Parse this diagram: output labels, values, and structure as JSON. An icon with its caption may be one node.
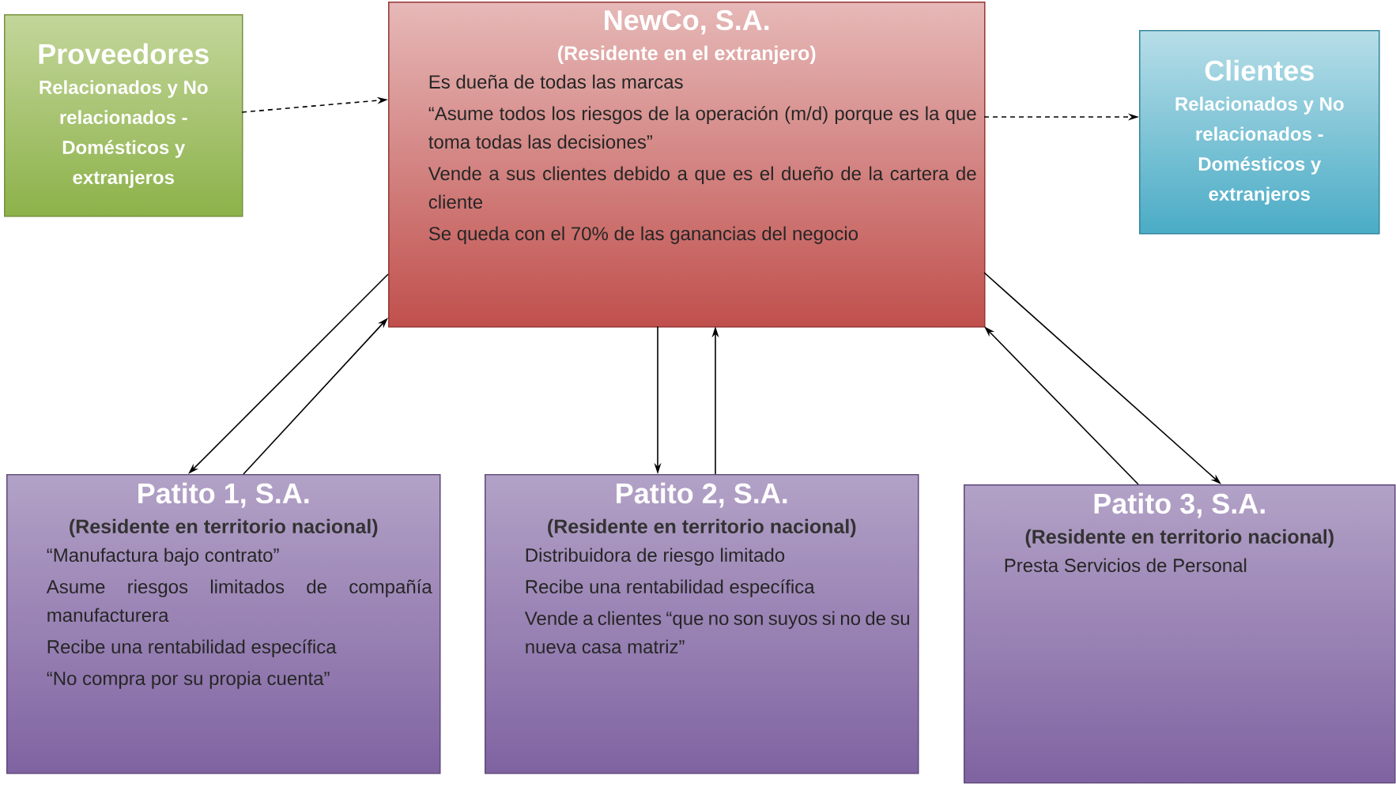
{
  "diagram": {
    "nodes": [
      {
        "text": [
          "Proveedores",
          "Relacionados y No relacionados - Domésticos y extranjeros"
        ]
      },
      {
        "text": [
          "NewCo, S.A.",
          "(Residente en el extranjero)",
          "Es dueña de todas las marcas",
          "“Asume todos los riesgos de la operación (m/d) porque es la que toma todas las decisiones”",
          "Vende a sus clientes debido a que es el dueño de la cartera de cliente",
          "Se queda con el 70% de las ganancias del negocio"
        ]
      },
      {
        "text": [
          "Clientes",
          "Relacionados y No relacionados - Domésticos y extranjeros"
        ]
      },
      {
        "text": [
          "Patito 1, S.A.",
          "(Residente en territorio nacional)",
          "“Manufactura bajo contrato”",
          "Asume riesgos limitados de compañía manufacturera",
          "Recibe una rentabilidad específica",
          "“No compra por su propia cuenta”"
        ]
      },
      {
        "text": [
          "Patito 2, S.A.",
          "(Residente en territorio nacional)",
          "Distribuidora de riesgo limitado",
          "Recibe una rentabilidad específica",
          "Vende a clientes “que no son suyos si no de su nueva casa matriz”"
        ]
      },
      {
        "text": [
          "Patito 3, S.A.",
          "(Residente en territorio nacional)",
          "Presta Servicios de Personal"
        ]
      }
    ],
    "edges": [
      {
        "from": 0,
        "to": 1,
        "arrow": "to",
        "style": "dashed"
      },
      {
        "from": 1,
        "to": 2,
        "arrow": "to",
        "style": "dashed"
      },
      {
        "from": 1,
        "to": 3,
        "arrow": "to"
      },
      {
        "from": 3,
        "to": 1,
        "arrow": "to"
      },
      {
        "from": 1,
        "to": 4,
        "arrow": "to"
      },
      {
        "from": 4,
        "to": 1,
        "arrow": "to"
      },
      {
        "from": 1,
        "to": 5,
        "arrow": "to"
      },
      {
        "from": 5,
        "to": 1,
        "arrow": "to"
      }
    ]
  }
}
